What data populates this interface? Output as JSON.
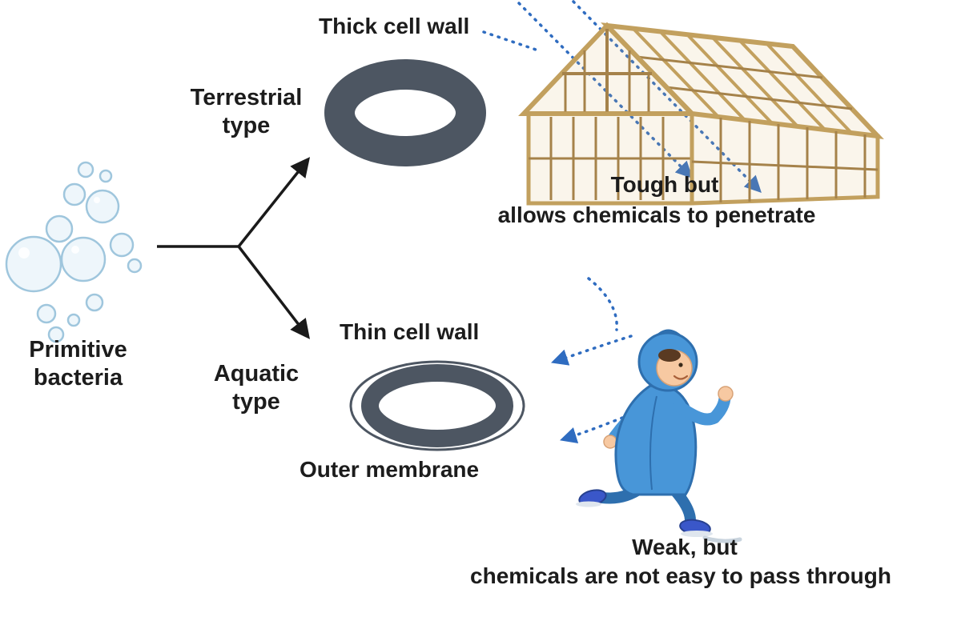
{
  "labels": {
    "primitive_bacteria": "Primitive\nbacteria",
    "terrestrial_type": "Terrestrial\ntype",
    "aquatic_type": "Aquatic\ntype",
    "thick_cell_wall": "Thick cell wall",
    "thin_cell_wall": "Thin cell wall",
    "outer_membrane": "Outer membrane",
    "terrestrial_note_line1": "Tough but",
    "terrestrial_note_line2": "allows chemicals to penetrate",
    "aquatic_note_line1": "Weak, but",
    "aquatic_note_line2": "chemicals are not easy to pass through"
  },
  "icons": {
    "bubbles": "primitive-bacteria-bubbles",
    "thick_ring": "thick-cell-wall-ring",
    "thin_ring": "thin-cell-wall-ring",
    "outer_membrane_ellipse": "outer-membrane-ellipse",
    "house": "wooden-frame-house",
    "child": "child-in-blue-raincoat",
    "penetrating_arrows": "chemical-arrows-penetrating",
    "deflected_arrows": "chemical-arrows-deflected"
  },
  "colors": {
    "text": "#1c1c1c",
    "ring": "#4d5662",
    "arrow-black": "#1a1a1a",
    "arrow-blue": "#2f6cc0",
    "house-wood": "#c2a05e",
    "house-wood-dark": "#a5824a",
    "house-wood-light": "rgba(222,188,124,0.15)",
    "raincoat": "#4896d8",
    "raincoat-dark": "#2e6fae",
    "skin": "#f7c9a2",
    "bubble-stroke": "#9fc6dd",
    "bubble-fill": "#eef6fb"
  }
}
